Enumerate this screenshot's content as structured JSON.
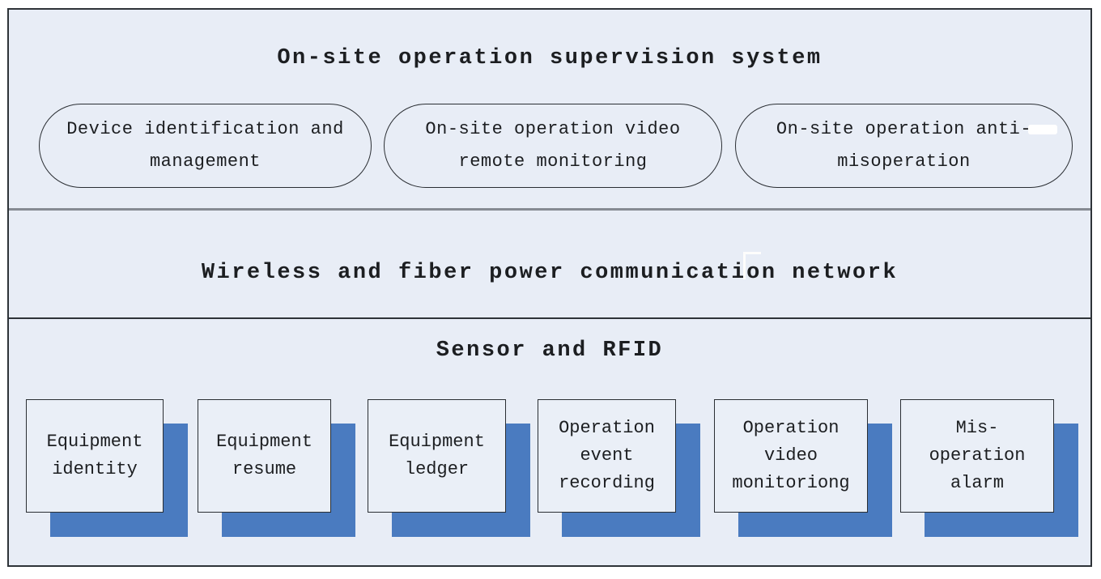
{
  "diagram": {
    "top_layer": {
      "title": "On-site operation supervision system",
      "nodes": [
        {
          "label": "Device identification and management"
        },
        {
          "label": "On-site operation video remote monitoring"
        },
        {
          "label": "On-site operation anti-misoperation"
        }
      ]
    },
    "network_layer": {
      "title": "Wireless and fiber power communication network"
    },
    "sensor_layer": {
      "title": "Sensor and RFID",
      "boxes": [
        {
          "label": "Equipment identity"
        },
        {
          "label": "Equipment resume"
        },
        {
          "label": "Equipment ledger"
        },
        {
          "label": "Operation event recording"
        },
        {
          "label": "Operation video monitoriong"
        },
        {
          "label": "Mis-operation alarm"
        }
      ]
    },
    "colors": {
      "background": "#e8edf6",
      "shadow_blue": "#4a7bc0",
      "border_dark": "#2e3338",
      "divider_grey": "#868b93"
    }
  }
}
